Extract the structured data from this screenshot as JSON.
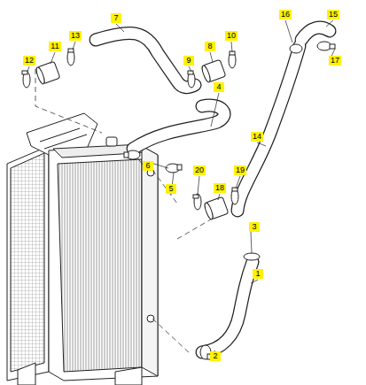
{
  "diagram": {
    "labels": [
      "7",
      "16",
      "15",
      "13",
      "10",
      "11",
      "8",
      "12",
      "9",
      "17",
      "4",
      "14",
      "6",
      "20",
      "19",
      "5",
      "18",
      "3",
      "1",
      "2"
    ]
  }
}
